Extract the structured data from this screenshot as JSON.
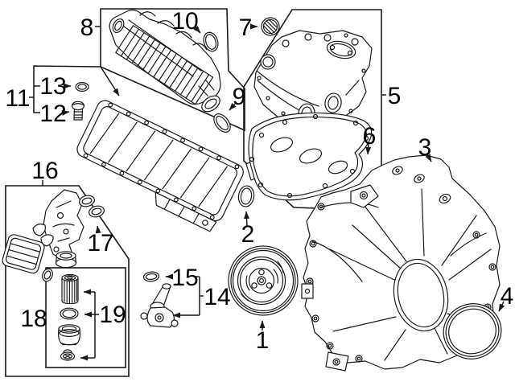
{
  "diagram": {
    "type": "exploded-parts-diagram",
    "background": "#ffffff",
    "line_color": "#1a1a1a",
    "label_color": "#000000",
    "callouts": {
      "n1": {
        "label": "1"
      },
      "n2": {
        "label": "2"
      },
      "n3": {
        "label": "3"
      },
      "n4": {
        "label": "4"
      },
      "n5": {
        "label": "5"
      },
      "n6": {
        "label": "6"
      },
      "n7": {
        "label": "7"
      },
      "n8": {
        "label": "8"
      },
      "n9": {
        "label": "9"
      },
      "n10": {
        "label": "10"
      },
      "n11": {
        "label": "11"
      },
      "n12": {
        "label": "12"
      },
      "n13": {
        "label": "13"
      },
      "n14": {
        "label": "14"
      },
      "n15": {
        "label": "15"
      },
      "n16": {
        "label": "16"
      },
      "n17": {
        "label": "17"
      },
      "n18": {
        "label": "18"
      },
      "n19": {
        "label": "19"
      }
    }
  }
}
